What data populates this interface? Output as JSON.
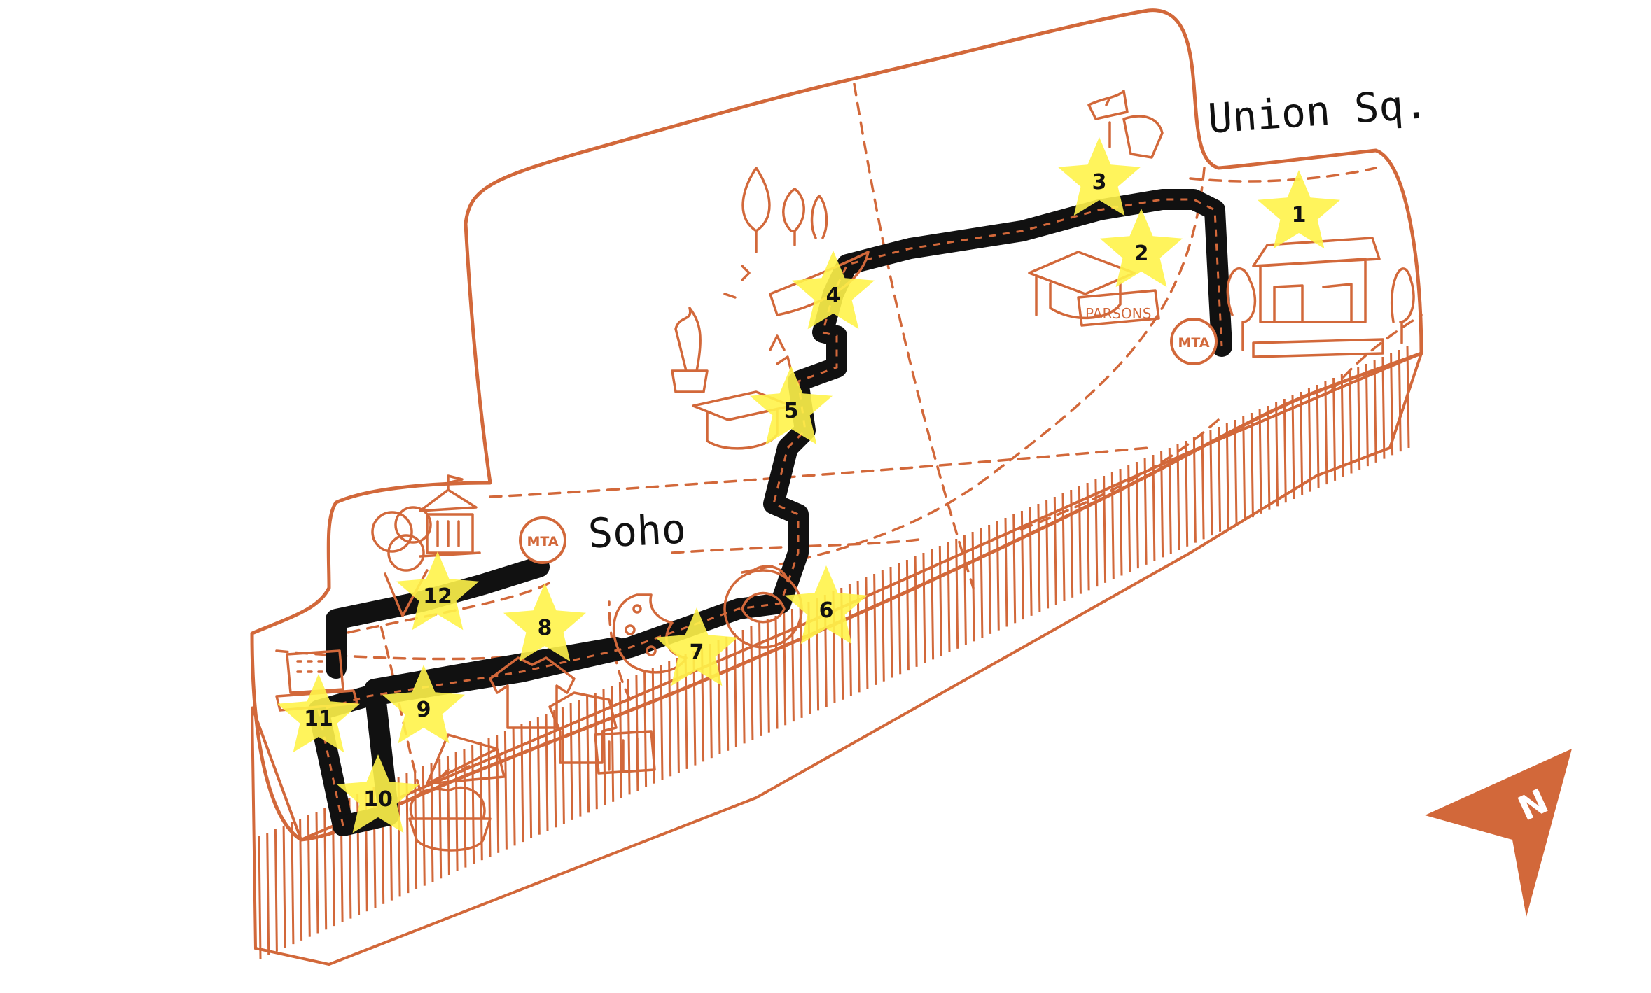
{
  "map": {
    "areas": [
      {
        "id": "union",
        "label": "Union Sq."
      },
      {
        "id": "soho",
        "label": "Soho"
      }
    ],
    "metro_label": "MTA",
    "stops": [
      "1",
      "2",
      "3",
      "4",
      "5",
      "6",
      "7",
      "8",
      "9",
      "10",
      "11",
      "12"
    ],
    "landmark_sign": "PARSONS",
    "colors": {
      "outline": "#d2683a",
      "route": "#111111",
      "star": "#fff34a",
      "compass": "#d2683a"
    },
    "compass": {
      "label": "N",
      "icon": "north-arrow-icon"
    }
  }
}
